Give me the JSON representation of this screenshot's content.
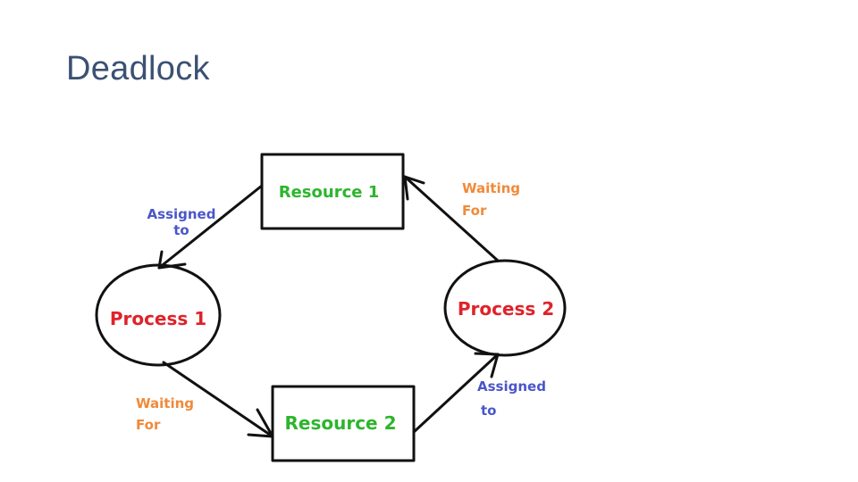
{
  "slide": {
    "title": "Deadlock"
  },
  "diagram": {
    "colors": {
      "resource_text": "#2db52d",
      "process_text": "#e0222a",
      "assigned_text": "#4a56c8",
      "waiting_text": "#f08a3a",
      "stroke": "#111111"
    },
    "nodes": {
      "resource1": {
        "label": "Resource 1"
      },
      "resource2": {
        "label": "Resource 2"
      },
      "process1": {
        "label": "Process 1"
      },
      "process2": {
        "label": "Process 2"
      }
    },
    "edges": {
      "r1_to_p1": {
        "line1": "Assigned",
        "line2": "to"
      },
      "p1_to_r2": {
        "line1": "Waiting",
        "line2": "For"
      },
      "r2_to_p2": {
        "line1": "Assigned",
        "line2": "to"
      },
      "p2_to_r1": {
        "line1": "Waiting",
        "line2": "For"
      }
    }
  }
}
